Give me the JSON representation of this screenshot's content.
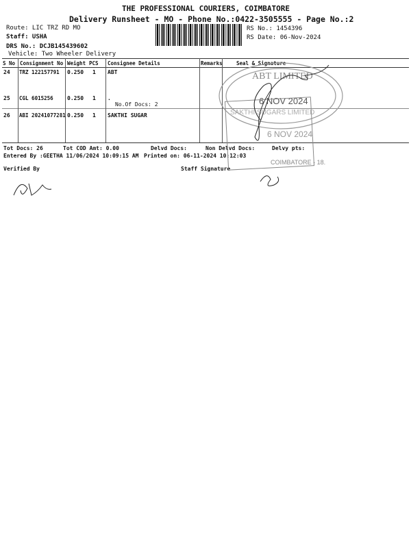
{
  "header": {
    "company": "THE PROFESSIONAL COURIERS, COIMBATORE",
    "subtitle": "Delivery Runsheet - MO - Phone No.:0422-3505555 - Page No.:2",
    "route": "Route: LIC TRZ RD MO",
    "staff": "Staff: USHA",
    "drs": "DRS No.: DCJB145439602",
    "vehicle": "Vehicle: Two Wheeler Delivery",
    "rs_no": "RS No.: 1454396",
    "rs_date": "RS Date: 06-Nov-2024"
  },
  "table": {
    "columns": [
      "S No",
      "Consignment No",
      "Weight",
      "PCS",
      "Consignee Details",
      "Remarks",
      "Seal & Signature"
    ],
    "rows": [
      {
        "sno": "24",
        "cn": "TRZ 122157791",
        "weight": "0.250",
        "pcs": "1",
        "consignee": "ABT",
        "note": ""
      },
      {
        "sno": "25",
        "cn": "CGL 6015256",
        "weight": "0.250",
        "pcs": "1",
        "consignee": ".",
        "note": "No.Of Docs: 2"
      },
      {
        "sno": "26",
        "cn": "ABI 20241077281",
        "weight": "0.250",
        "pcs": "1",
        "consignee": "SAKTHI SUGAR",
        "note": ""
      }
    ]
  },
  "footer": {
    "tot_docs": "Tot Docs:  26",
    "tot_cod": "Tot COD Amt:    0.00",
    "delvd": "Delvd Docs:",
    "non_delvd": "Non Delvd Docs:",
    "delvy_pts": "Delvy pts:",
    "entered": "Entered By :GEETHA 11/06/2024 10:09:15 AM",
    "printed": "Printed on: 06-11-2024 10:12:03",
    "verified": "Verified By",
    "staff_sig": "Staff Signature"
  },
  "stamps": {
    "oval_top": "ABT LIMITED",
    "oval_date": "6 NOV 2024",
    "rect_name": "SAKTHI SUGARS LIMITED",
    "rect_date": "6 NOV 2024",
    "rect_city": "COIMBATORE - 18."
  }
}
